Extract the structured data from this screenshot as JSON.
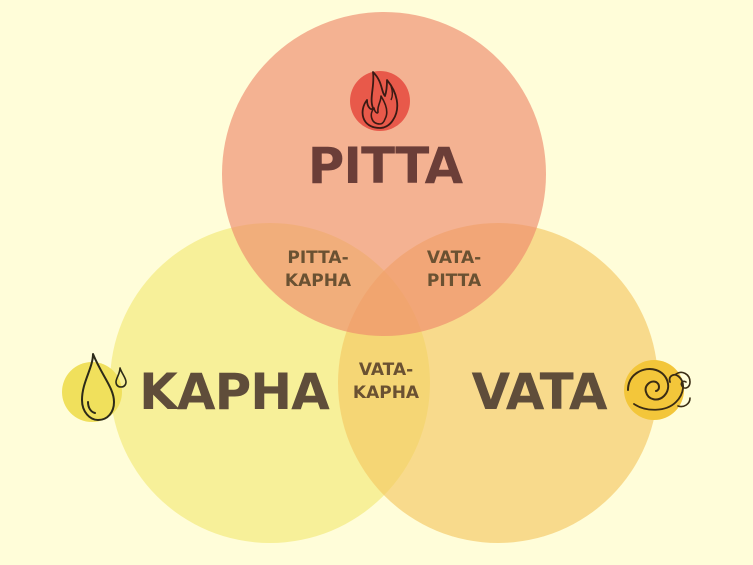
{
  "doshas": {
    "pitta": {
      "label": "PITTA",
      "icon": "fire-icon",
      "color": "#f0846a"
    },
    "kapha": {
      "label": "KAPHA",
      "icon": "water-drop-icon",
      "color": "#f3e97e"
    },
    "vata": {
      "label": "VATA",
      "icon": "wind-spiral-icon",
      "color": "#f5c863"
    }
  },
  "overlaps": {
    "pitta_kapha": {
      "line1": "PITTA-",
      "line2": "KAPHA"
    },
    "vata_pitta": {
      "line1": "VATA-",
      "line2": "PITTA"
    },
    "vata_kapha": {
      "line1": "VATA-",
      "line2": "KAPHA"
    }
  },
  "colors": {
    "background": "#fffdd9",
    "pitta_circle": "#f0846a",
    "kapha_circle": "#f3e97e",
    "vata_circle": "#f5c863",
    "fire_badge": "#e8594a",
    "drop_badge": "#f0e05c",
    "wind_badge": "#f3c63a"
  }
}
